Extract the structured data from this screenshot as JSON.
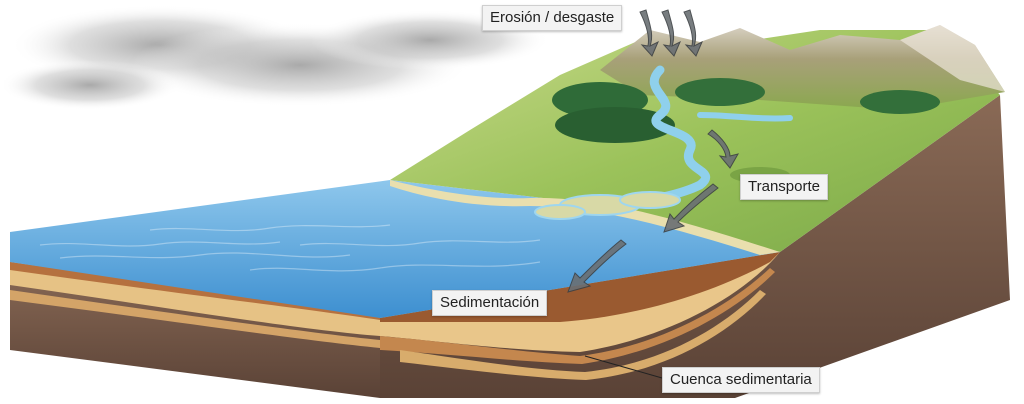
{
  "labels": {
    "erosion": "Erosión / desgaste",
    "transport": "Transporte",
    "sedimentation": "Sedimentación",
    "basin": "Cuenca sedimentaria"
  },
  "colors": {
    "sea": "#5fa6d8",
    "land": "#a9c85a",
    "forest": "#2f6b38",
    "sediment_light": "#e9c68a",
    "sediment_mid": "#c98a52",
    "rock": "#6e5446"
  }
}
